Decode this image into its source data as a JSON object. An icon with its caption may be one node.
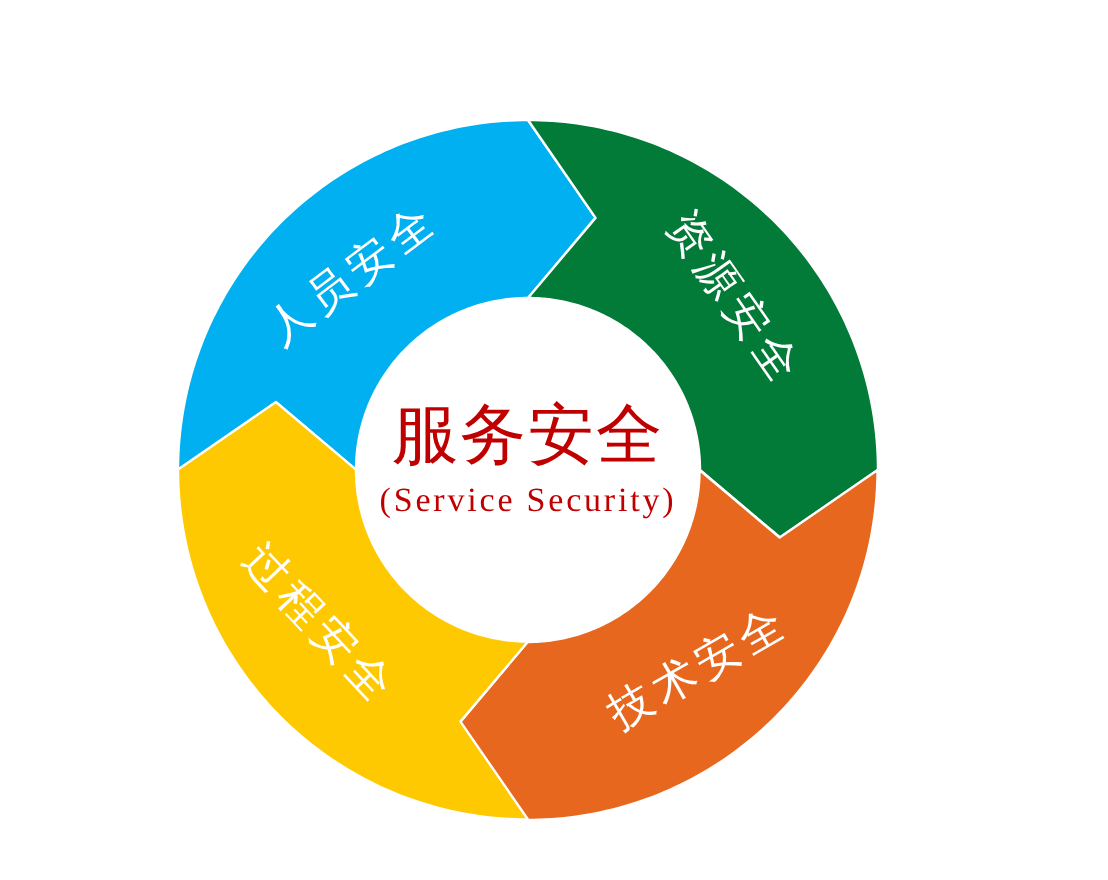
{
  "diagram": {
    "nodes": [
      {
        "text": [
          "人员安全"
        ]
      },
      {
        "text": [
          "资源安全"
        ]
      },
      {
        "text": [
          "技术安全"
        ]
      },
      {
        "text": [
          "过程安全"
        ]
      },
      {
        "text": [
          "服务安全",
          "(Service Security)"
        ]
      }
    ]
  }
}
